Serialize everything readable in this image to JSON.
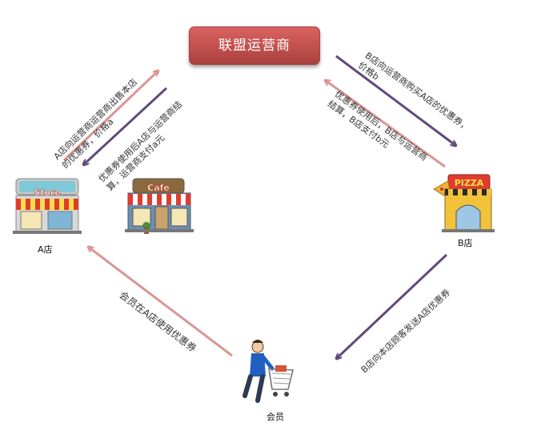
{
  "hub": {
    "label": "联盟运营商"
  },
  "nodes": {
    "store_a": {
      "label": "A店",
      "sign": "Store"
    },
    "store_a2": {
      "sign": "Cafe"
    },
    "store_b": {
      "label": "B店",
      "sign": "PIZZA"
    },
    "member": {
      "label": "会员"
    }
  },
  "flows": {
    "a_to_hub": {
      "line1": "A店向运营商运营商出售本店",
      "line2": "的优惠券，价格a"
    },
    "hub_to_a": {
      "line1": "优惠券使用后A店与运营商结",
      "line2": "算，运营商支付a元"
    },
    "b_buy": {
      "line1": "B店向运营商购买A店的优惠券，",
      "line2": "价格b"
    },
    "b_settle": {
      "line1": "优惠券使用后，B店与运营商",
      "line2": "结算，B店支付b元"
    },
    "b_to_member": {
      "line1": "B店向本店顾客发送A店优惠券"
    },
    "member_use": {
      "line1": "会员在A店使用优惠券"
    }
  },
  "colors": {
    "hub": "#c0504d",
    "pink_arrow": "#d99694",
    "purple_arrow": "#604a7b"
  }
}
